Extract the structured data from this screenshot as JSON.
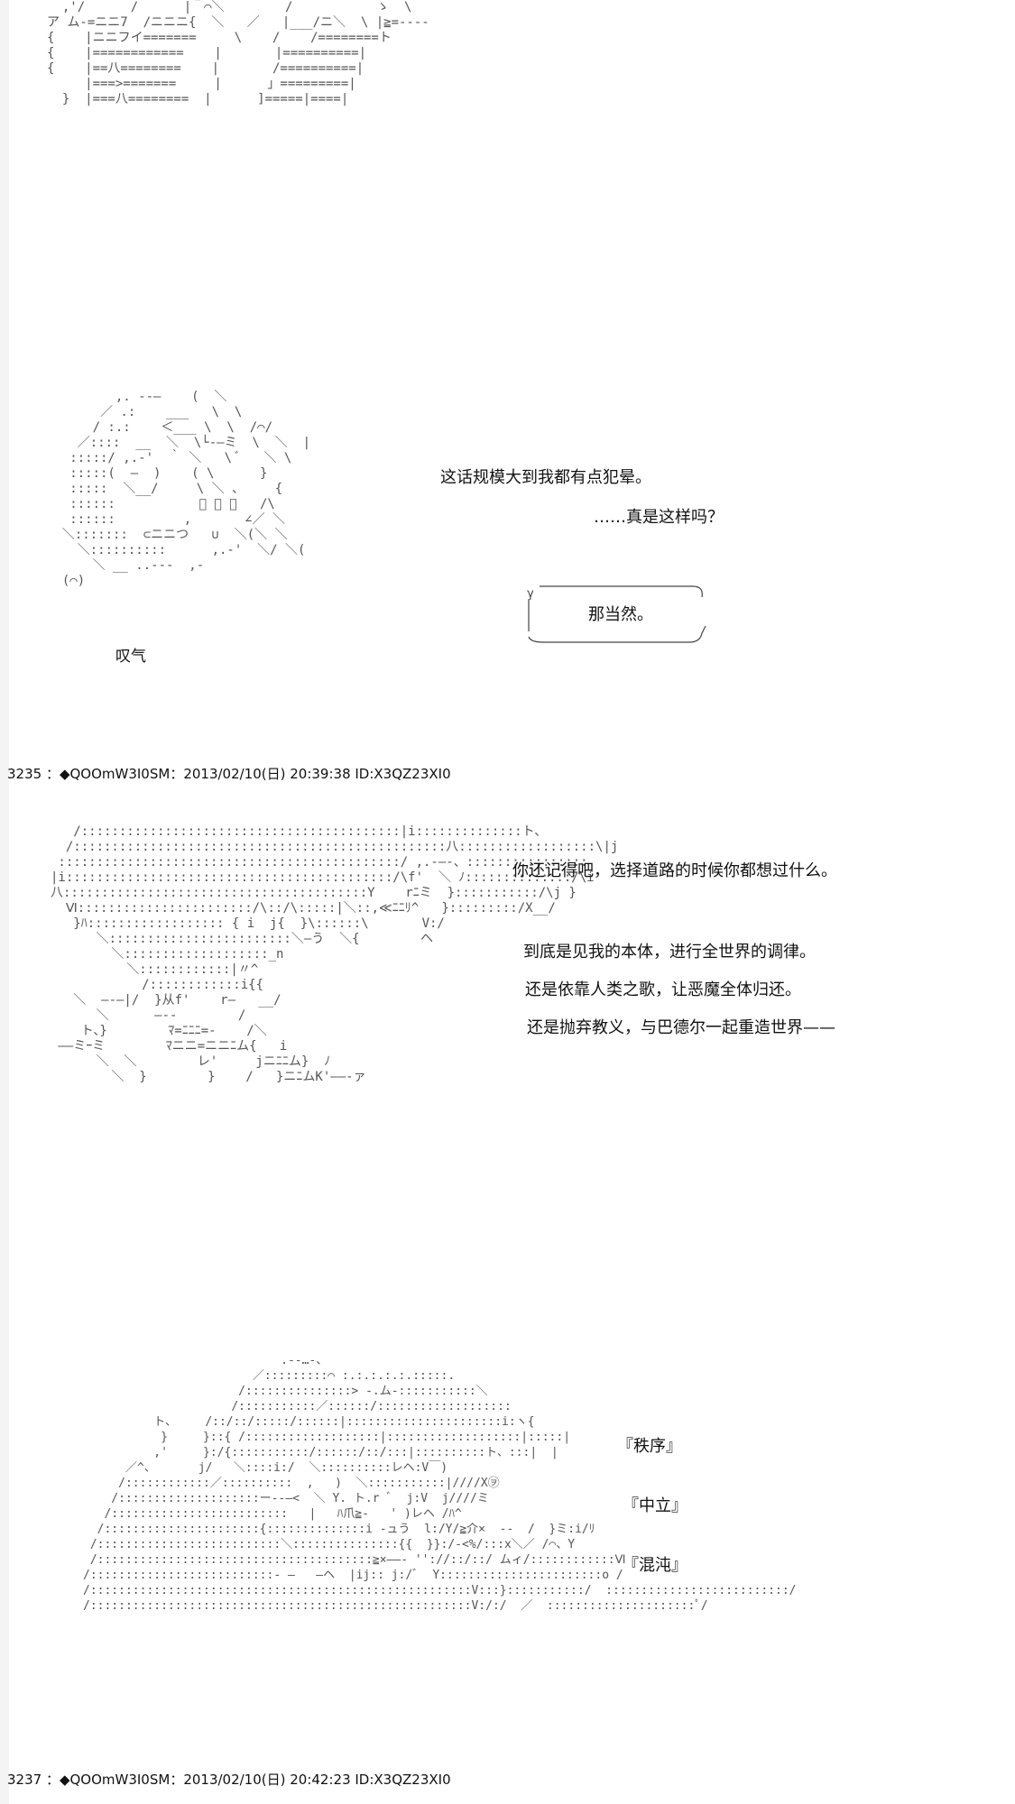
{
  "section1": {
    "art_top": "  ,'/      /      |＾⌒＼        /           ゝ  \\\nア ム-=ニニ7  /ニニニ{  ＼   ／   |___/ニ＼  \\ |≧=----\n{    |ニニフイ=======     \\    /    /========ト\n{    |============    |       |==========|\n{    |==八========    |       /==========|\n     |===>=======     |      」=========|\n  }  |===八========  |      ]=====|====|"
  },
  "section2": {
    "art": "         ,. --―    (  ＼\n       ／ .:    ___   \\  \\\n      / :.:    ＜___ \\  \\  /⌒/\n    ／::::  __  ＼  \\└-―ミ  \\  ＼  |\n   :::::/ ,.-'  ｀ ＼   \\ ﾞ   ＼ \\\n   :::::(  ―  )    ( \\      }\n   :::::  ＼__/     \\ ＼ 、    {\n   ::::::           ﾞ ﾞ ＼   /\\\n   ::::::         ,       ∠／ ＼\n  ＼:::::::  ⊂ニニつ   ∪  ＼(＼ ＼\n    ＼::::::::::      ,.-'  ＼/ ＼(\n      ＼ __ ..---  ,-\n  (⌒)",
    "sigh_label": "叹气",
    "line1": "这话规模大到我都有点犯晕。",
    "line2": "……真是这样吗？",
    "bubble_text": "那当然。"
  },
  "post_3235": {
    "header": "3235 ：◆QOOmW3I0SM：2013/02/10(日) 20:39:38 ID:X3QZ23XI0",
    "art": "   /::::::::::::::::::::::::::::::::::::::::::|i::::::::::::::ト、\n  /:::::::::::::::::::::::::::::::::::::::::::::::::八::::::::::::::::::\\|j\n :::::::::::::::::::::::::::::::::::::::::::::/ ,.-―‐、::::::::::::::::\n|i:::::::::::::::::::::::::::::::::::::::::::/\\f'  ＼ ﾉ::::::::::::::/\\i\n八::::::::::::::::::::::::::::::::::::::::Y    rﾆミ  }:::::::::::/\\j }\n  Ⅵ:::::::::::::::::::::::/\\::/\\:::::|＼::,≪ﾆﾆﾘ^   }:::::::::/X__/\n   }ﾊ:::::::::::::::::: { i  j{  }\\::::::\\       V:/\n      ＼::::::::::::::::::::::::＼―う  ＼{        ヘ\n        ＼:::::::::::::::::::_n\n          ＼::::::::::::|〃^\n            /::::::::::::i{{\n   ＼  ―-―|/  }从f'    r―   __/\n      ＼      ―--        /\n    ト、}        ﾏ=ﾆﾆﾆ=-    /＼\n ――ミｰミ        ﾏニニ=ニニﾆム{   i\n      ＼  ＼        レ'     jニﾆﾆム}  ﾉ\n        ＼  }        }    /   }ニﾆムK'――‐ァ",
    "line1": "你还记得吧，选择道路的时候你都想过什么。",
    "line2": "到底是见我的本体，进行全世界的调律。",
    "line3": "还是依靠人类之歌，让恶魔全体归还。",
    "line4": "还是抛弃教义，与巴德尔一起重造世界——"
  },
  "section4": {
    "art": "                            .-‐…-、\n                        ／:::::::::⌒ :.:.:.:.:.:::::.\n                      /:::::::::::::::> -.ム-:::::::::::＼\n                     /:::::::::::／::::::/:::::::::::::::::::\n          ト、    /::/::/:::::/::::::|::::::::::::::::::::::i:ヽ{\n           }     }::{ /:::::::::::::::::::|:::::::::::::::::::|:::::|\n          ,'     }:/{:::::::::::/::::::/::/:::|::::::::::ト、:::|  |\n      ／^、      j/   ＼::::i:/  ＼::::::::::レヘ:V￣)\n     /::::::::::::／::::::::::  ,   )  ＼:::::::::::|////X㋾\n    /::::::::::::::::::::ー-‐―<  ＼ Y. ト.r ﾞ  j:V  j////ミ\n   /:::::::::::::::::::::::::   |   ﾊ爪≧-   ' )レヘ /ﾊ^\n  /::::::::::::::::::::::{::::::::::::::i -ュう  l:/Y/≧介×  -‐  /  }ミ:i/ﾘ\n /::::::::::::::::::::::::::＼:::::::::::::::{{  }}:/-<%/:::x＼／ /⌒、Y\n /:::::::::::::::::::::::::::::::::::::::≧×――- ''://::/::/ ムィ/::::::::::::Ⅵ\n/::::::::::::::::::::::::::- ―   ―ヘ  |ij:: j:/ﾞ  Y:::::::::::::::::::::::o /\n/::::::::::::::::::::::::::::::::::::::::::::::::::::::V:::}:::::::::::/  ::::::::::::::::::::::::::/\n/::::::::::::::::::::::::::::::::::::::::::::::::::::::V:/:/  ／  :::::::::::::::::::::ﾟ/",
    "word1": "『秩序』",
    "word2": "『中立』",
    "word3": "『混沌』"
  },
  "post_3237": {
    "header": "3237 ：◆QOOmW3I0SM：2013/02/10(日) 20:42:23 ID:X3QZ23XI0"
  }
}
